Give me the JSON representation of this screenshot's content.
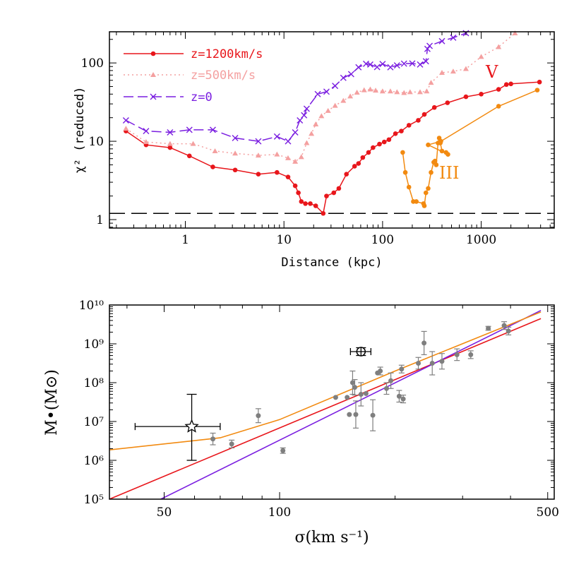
{
  "colors": {
    "z1200": "#e8161b",
    "z500": "#f4a0a0",
    "z0": "#7a1ee0",
    "iii": "#f28a10",
    "points": "#7f7f7f",
    "black": "#000000"
  },
  "chart_data": [
    {
      "type": "line",
      "xlabel": "Distance (kpc)",
      "ylabel": "χ² (reduced)",
      "xscale": "log",
      "yscale": "log",
      "xlim": [
        0.17,
        5500
      ],
      "ylim": [
        0.78,
        250
      ],
      "x_ticks": [
        1,
        10,
        100,
        1000
      ],
      "x_tick_labels": [
        "1",
        "10",
        "100",
        "1000"
      ],
      "y_ticks": [
        1,
        10,
        100
      ],
      "y_tick_labels": [
        "1",
        "10",
        "100"
      ],
      "reference_line": {
        "y": 1.2,
        "style": "long-dash"
      },
      "legend_position": "top-left",
      "series": [
        {
          "name": "z=1200km/s",
          "color": "#e8161b",
          "marker": "circle",
          "line": "solid",
          "x": [
            0.25,
            0.4,
            0.7,
            1.1,
            1.9,
            3.2,
            5.5,
            8.5,
            11,
            13,
            14,
            15,
            16.5,
            18.5,
            21,
            25,
            27,
            32,
            36,
            43,
            52,
            57,
            63,
            72,
            80,
            93,
            104,
            116,
            135,
            155,
            185,
            230,
            265,
            335,
            455,
            700,
            1000,
            1500,
            1800,
            2000,
            3900
          ],
          "y": [
            13.5,
            9,
            8.3,
            6.5,
            4.7,
            4.3,
            3.8,
            4,
            3.5,
            2.7,
            2.2,
            1.7,
            1.6,
            1.6,
            1.5,
            1.2,
            2,
            2.2,
            2.5,
            3.8,
            4.8,
            5.2,
            6.2,
            7.2,
            8.3,
            9.2,
            9.8,
            10.5,
            12.5,
            13.5,
            16,
            18.5,
            22,
            27,
            31,
            37,
            40,
            46,
            53,
            54,
            57
          ]
        },
        {
          "name": "z=500km/s",
          "color": "#f4a0a0",
          "marker": "triangle",
          "line": "dotted",
          "x": [
            0.25,
            0.4,
            0.7,
            1.2,
            2,
            3.2,
            5.5,
            8.5,
            11,
            13,
            15,
            17,
            19,
            21,
            24,
            28,
            33,
            40,
            47,
            55,
            65,
            75,
            85,
            100,
            120,
            140,
            165,
            190,
            240,
            280,
            310,
            400,
            520,
            700,
            1000,
            1500,
            2200
          ],
          "y": [
            14.5,
            9.8,
            9.3,
            9.3,
            7.5,
            7.0,
            6.6,
            6.8,
            6.1,
            5.5,
            6.3,
            9.5,
            12.5,
            16.5,
            21,
            24.5,
            28.5,
            33,
            37.5,
            42,
            45,
            46,
            44.5,
            43.5,
            43.5,
            42.5,
            41.5,
            42.5,
            42.5,
            43.5,
            56,
            75,
            78,
            84,
            120,
            160,
            240
          ]
        },
        {
          "name": "z=0",
          "color": "#7a1ee0",
          "marker": "cross",
          "line": "dashed",
          "x": [
            0.25,
            0.4,
            0.7,
            1.1,
            1.9,
            3.2,
            5.5,
            8.5,
            11,
            13,
            14.5,
            16,
            17,
            22,
            27,
            33,
            40,
            48,
            57,
            68,
            75,
            88,
            100,
            120,
            140,
            165,
            200,
            240,
            275,
            285,
            300,
            400,
            520,
            700
          ],
          "y": [
            18.5,
            13.5,
            13,
            14,
            14,
            11,
            10,
            11.5,
            10,
            13,
            18.5,
            21.5,
            26,
            40,
            43,
            51,
            64.5,
            72,
            88,
            97.5,
            95.5,
            88.5,
            97,
            88,
            93,
            98,
            98.5,
            95.5,
            105,
            151,
            165,
            190,
            210,
            240
          ]
        },
        {
          "name": "",
          "color": "#f28a10",
          "marker": "circle",
          "line": "solid",
          "x": [
            160,
            170,
            185,
            205,
            220,
            260,
            265,
            275,
            290,
            310,
            330,
            340,
            350,
            365,
            375,
            385,
            400,
            440,
            460,
            290,
            390,
            1500,
            3700
          ],
          "y": [
            7.2,
            4.0,
            2.6,
            1.7,
            1.7,
            1.6,
            1.5,
            2.2,
            2.5,
            4.0,
            5.4,
            5.6,
            5.0,
            9.5,
            11,
            9.5,
            7.5,
            7.2,
            6.8,
            9.0,
            10.0,
            28,
            45
          ]
        }
      ],
      "annotations": [
        {
          "text": "V",
          "color": "#e8161b"
        },
        {
          "text": "III",
          "color": "#f28a10"
        }
      ]
    },
    {
      "type": "scatter",
      "xlabel": "σ(km s⁻¹)",
      "ylabel": "M•(M⊙)",
      "xscale": "log",
      "yscale": "log",
      "xlim": [
        36,
        520
      ],
      "ylim": [
        5,
        10
      ],
      "x_ticks": [
        50,
        100,
        500
      ],
      "x_tick_labels": [
        "50",
        "100",
        "500"
      ],
      "y_ticks": [
        5,
        6,
        7,
        8,
        9,
        10
      ],
      "y_tick_labels": [
        "10⁵",
        "10⁶",
        "10⁷",
        "10⁸",
        "10⁹",
        "10¹⁰"
      ],
      "fit_lines": [
        {
          "color": "#e8161b",
          "log_sigma": [
            1.5563,
            2.6812
          ],
          "log_M": [
            5.0,
            9.65
          ]
        },
        {
          "color": "#7a1ee0",
          "log_sigma": [
            1.6902,
            2.6812
          ],
          "log_M": [
            5.0,
            9.86
          ]
        },
        {
          "color": "#f28a10",
          "log_sigma": [
            1.5563,
            1.8451,
            2.0,
            2.301,
            2.6812
          ],
          "log_M": [
            6.27,
            6.58,
            7.05,
            8.3,
            9.82
          ]
        }
      ],
      "points": {
        "color": "#7f7f7f",
        "sigma": [
          67,
          75,
          88,
          102,
          140,
          150,
          152,
          155,
          157,
          158,
          163,
          168,
          175,
          180,
          183,
          190,
          195,
          205,
          208,
          210,
          230,
          238,
          250,
          265,
          290,
          315,
          350,
          385,
          395
        ],
        "log_M": [
          6.55,
          6.42,
          7.15,
          6.25,
          7.62,
          7.62,
          7.18,
          8.0,
          7.88,
          7.18,
          7.7,
          7.72,
          7.16,
          8.25,
          8.3,
          7.85,
          8.05,
          7.65,
          8.35,
          7.58,
          8.5,
          9.02,
          8.5,
          8.55,
          8.72,
          8.72,
          9.4,
          9.47,
          9.33
        ],
        "log_M_err": [
          0.15,
          0.1,
          0.18,
          0.07,
          0,
          0,
          0,
          0.3,
          0.2,
          0.35,
          0.3,
          0,
          0.4,
          0,
          0.1,
          0.15,
          0.2,
          0.15,
          0.1,
          0.1,
          0.15,
          0.3,
          0.3,
          0.2,
          0.15,
          0.1,
          0.05,
          0.1,
          0.1
        ]
      },
      "special_points": [
        {
          "marker": "star",
          "sigma": 59,
          "log_M": 6.87,
          "sigma_range": [
            42,
            70
          ],
          "log_M_range": [
            6.0,
            7.7
          ]
        },
        {
          "marker": "circle-plus",
          "sigma": 163,
          "log_M": 8.8,
          "sigma_range": [
            153,
            173
          ],
          "log_M_range": [
            8.7,
            8.9
          ]
        }
      ]
    }
  ]
}
